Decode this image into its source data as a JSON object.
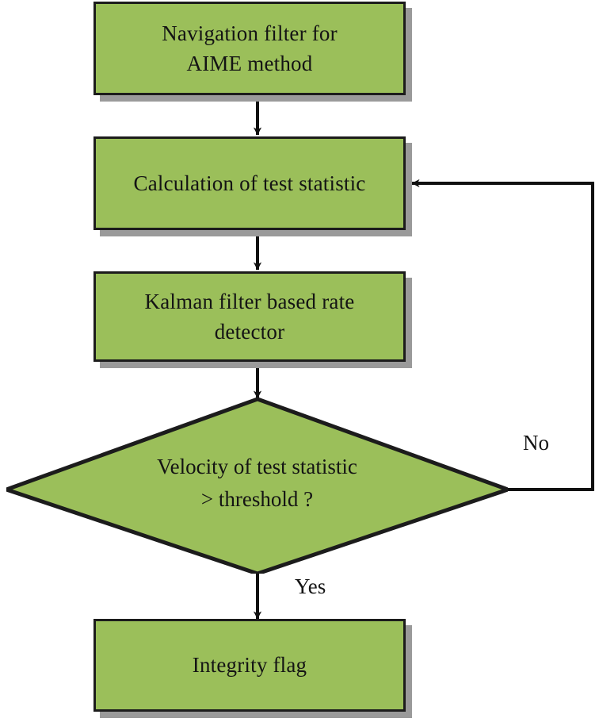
{
  "diagram": {
    "type": "flowchart",
    "title": "Navigation filter AIME integrity flowchart",
    "colors": {
      "node_fill": "#9bbf5a",
      "node_stroke": "#1c1c1c",
      "node_shadow": "#9a9a9a",
      "text": "#141414",
      "background": "#ffffff"
    },
    "nodes": [
      {
        "id": "navigation-filter",
        "shape": "process",
        "label": "Navigation filter for\nAIME method"
      },
      {
        "id": "test-statistic",
        "shape": "process",
        "label": "Calculation of test statistic"
      },
      {
        "id": "rate-detector",
        "shape": "process",
        "label": "Kalman filter based rate\ndetector"
      },
      {
        "id": "threshold-decision",
        "shape": "decision",
        "label": "Velocity of test statistic\n> threshold ?"
      },
      {
        "id": "integrity-flag",
        "shape": "process",
        "label": "Integrity flag"
      }
    ],
    "edges": [
      {
        "id": "e1",
        "from": "navigation-filter",
        "to": "test-statistic",
        "label": ""
      },
      {
        "id": "e2",
        "from": "test-statistic",
        "to": "rate-detector",
        "label": ""
      },
      {
        "id": "e3",
        "from": "rate-detector",
        "to": "threshold-decision",
        "label": ""
      },
      {
        "id": "e4",
        "from": "threshold-decision",
        "to": "integrity-flag",
        "label": "Yes"
      },
      {
        "id": "e5",
        "from": "threshold-decision",
        "to": "test-statistic",
        "label": "No"
      }
    ]
  }
}
